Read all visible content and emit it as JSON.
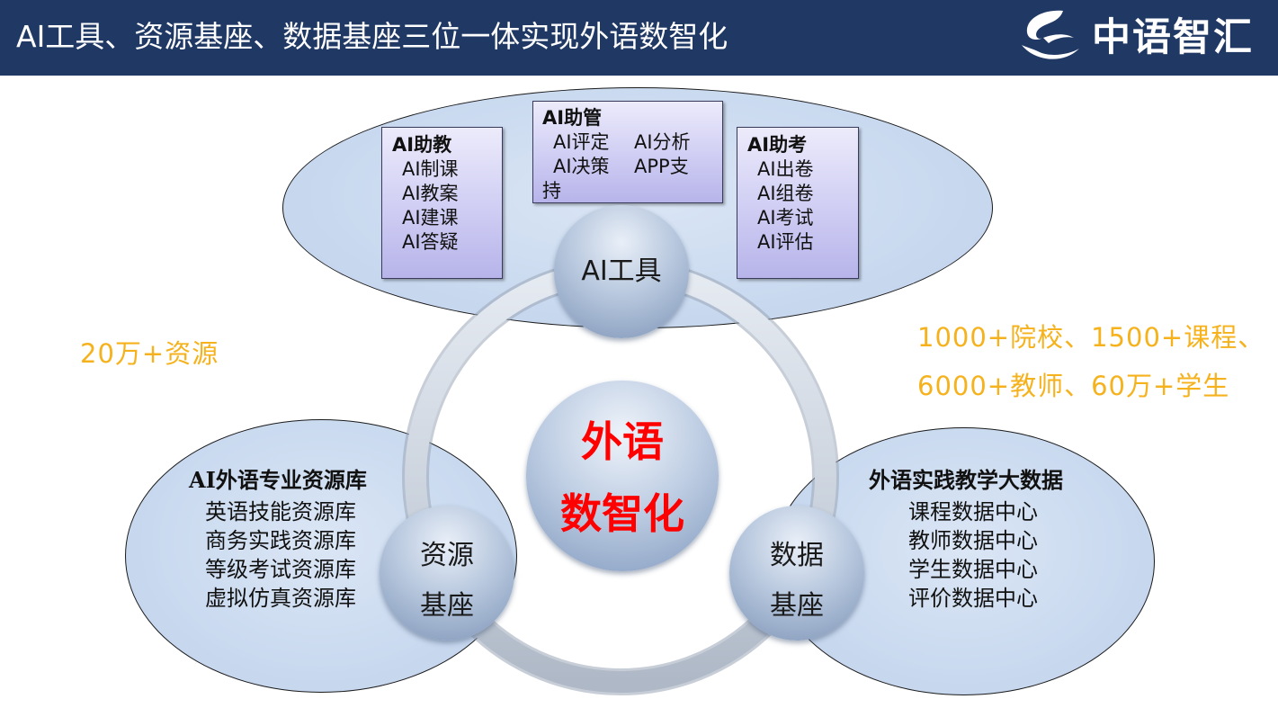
{
  "header": {
    "title": "AI工具、资源基座、数据基座三位一体实现外语数智化",
    "logo_text": "中语智汇",
    "bg_color": "#1f3864"
  },
  "ai_tools": {
    "hub_label": "AI工具",
    "teach": {
      "title": "AI助教",
      "items": [
        "AI制课",
        "AI教案",
        "AI建课",
        "AI答疑"
      ]
    },
    "manage": {
      "title": "AI助管",
      "row1": [
        "AI评定",
        "AI分析"
      ],
      "row2": [
        "AI决策",
        "APP支"
      ],
      "row3": "持"
    },
    "exam": {
      "title": "AI助考",
      "items": [
        "AI出卷",
        "AI组卷",
        "AI考试",
        "AI评估"
      ]
    }
  },
  "center": {
    "line1": "外语",
    "line2": "数智化",
    "color": "#ff0000"
  },
  "resource_base": {
    "hub_line1": "资源",
    "hub_line2": "基座",
    "title": "AI外语专业资源库",
    "items": [
      "英语技能资源库",
      "商务实践资源库",
      "等级考试资源库",
      "虚拟仿真资源库"
    ]
  },
  "data_base": {
    "hub_line1": "数据",
    "hub_line2": "基座",
    "title": "外语实践教学大数据",
    "items": [
      "课程数据中心",
      "教师数据中心",
      "学生数据中心",
      "评价数据中心"
    ]
  },
  "stats": {
    "resources": "20万+资源",
    "line1": "1000+院校、1500+课程、",
    "line2": "6000+教师、60万+学生",
    "color": "#f5b21d"
  }
}
